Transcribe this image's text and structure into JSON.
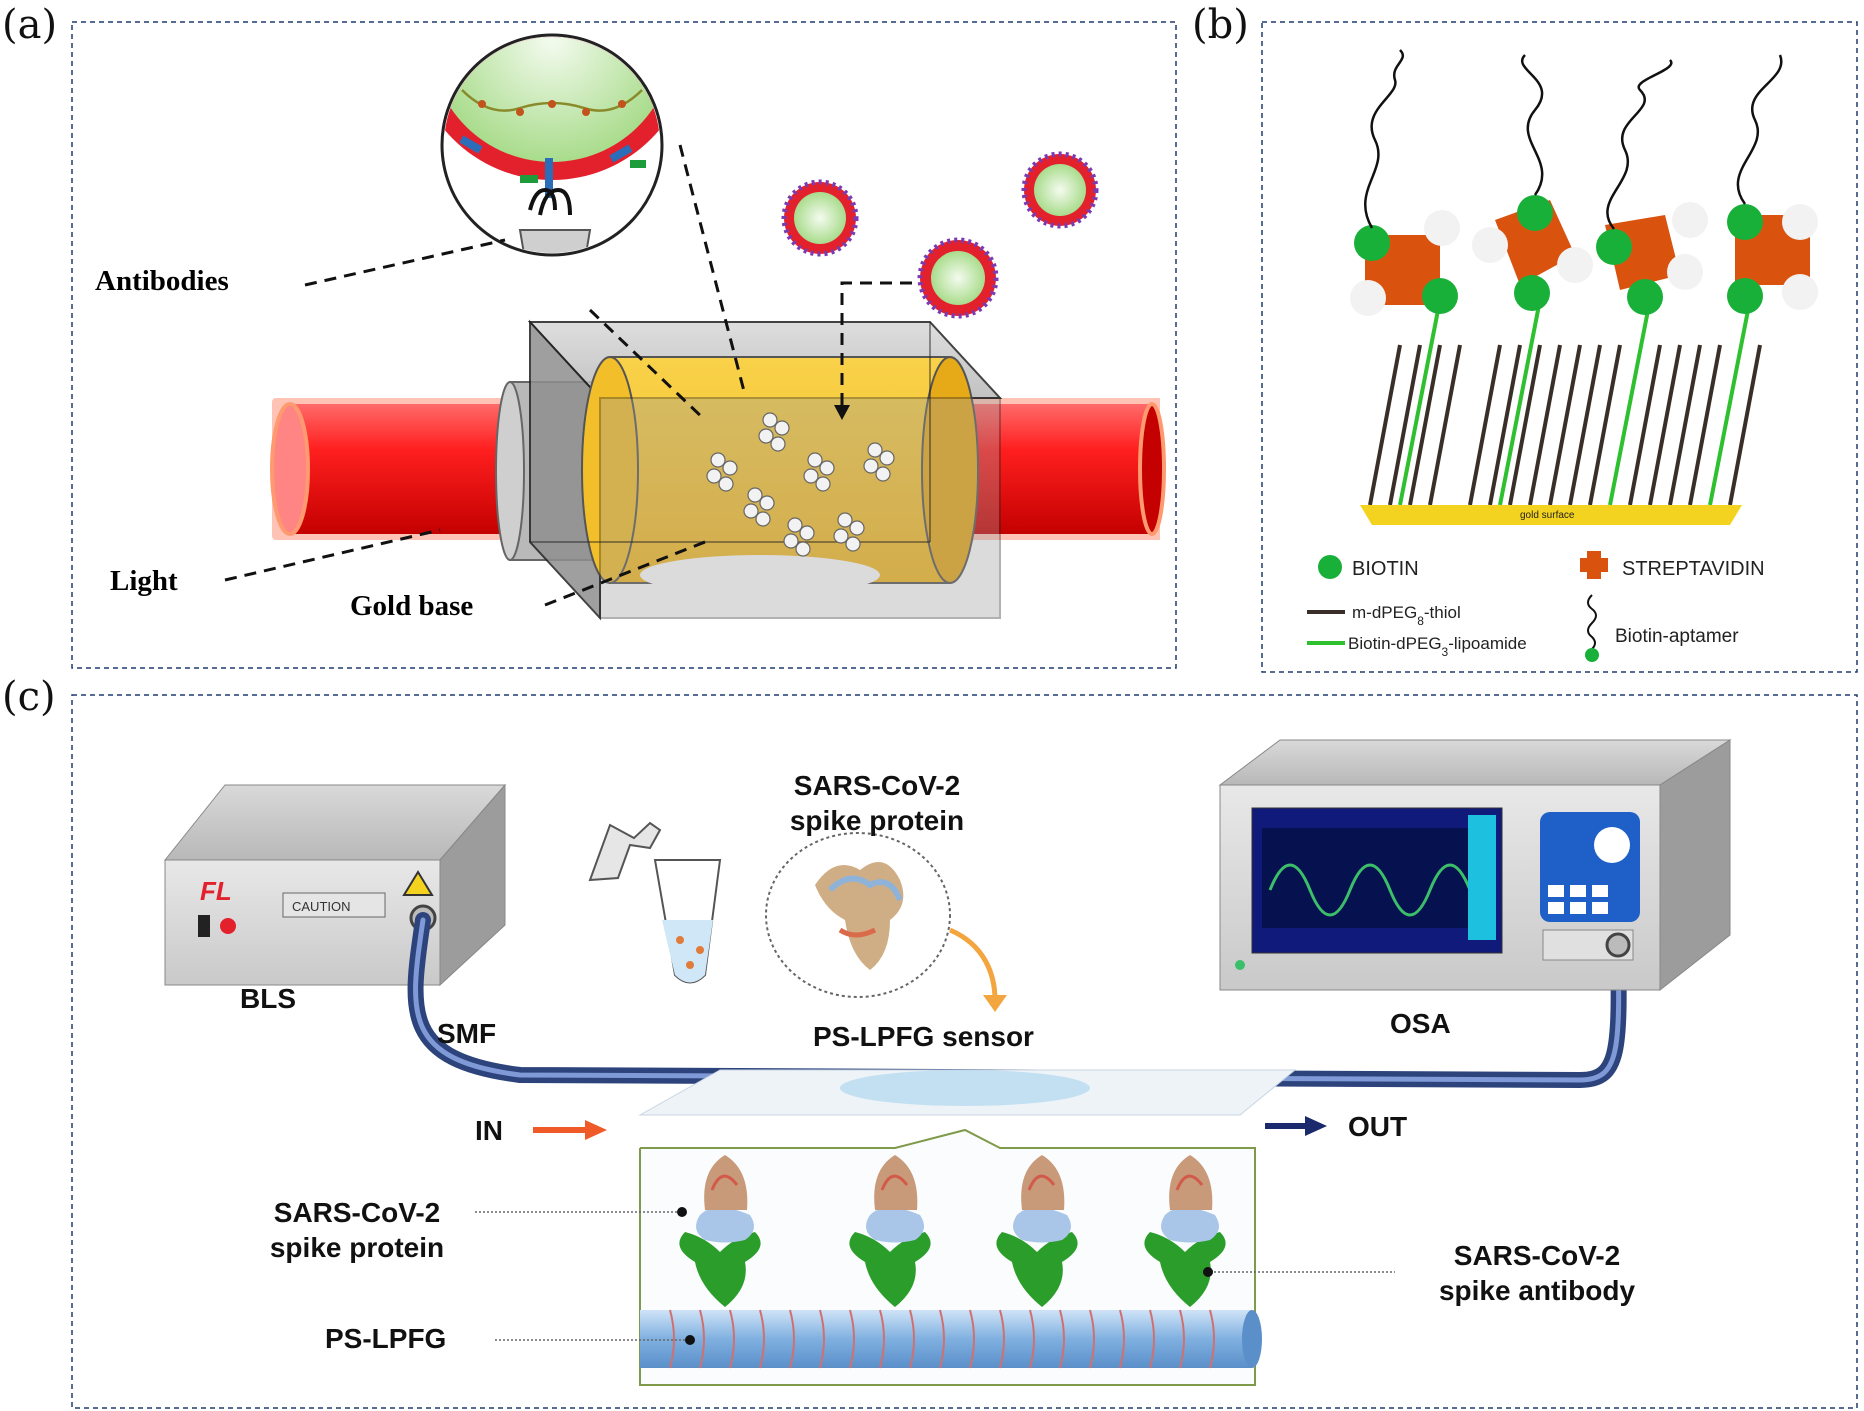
{
  "panels": {
    "a": {
      "letter": "(a)",
      "labels": {
        "antibodies": "Antibodies",
        "light": "Light",
        "gold_base": "Gold base"
      }
    },
    "b": {
      "letter": "(b)",
      "surface_label": "gold surface",
      "legend": {
        "biotin": "BIOTIN",
        "streptavidin": "STREPTAVIDIN",
        "mdpeg_thiol": "m-dPEG",
        "mdpeg_sub": "8",
        "mdpeg_suffix": "-thiol",
        "biotin_dpeg_prefix": "Biotin-dPEG",
        "biotin_dpeg_sub": "3",
        "biotin_dpeg_suffix": "-lipoamide",
        "biotin_aptamer": "Biotin-aptamer"
      }
    },
    "c": {
      "letter": "(c)",
      "device_label": "FL",
      "caution_text": "CAUTION",
      "labels": {
        "spike_protein_top_1": "SARS-CoV-2",
        "spike_protein_top_2": "spike protein",
        "bls": "BLS",
        "smf": "SMF",
        "sensor": "PS-LPFG sensor",
        "osa": "OSA",
        "in": "IN",
        "out": "OUT",
        "spike_protein_left_1": "SARS-CoV-2",
        "spike_protein_left_2": "spike protein",
        "ps_lpfg": "PS-LPFG",
        "spike_antibody_1": "SARS-CoV-2",
        "spike_antibody_2": "spike antibody"
      }
    }
  },
  "colors": {
    "frame": "#1f3b6e",
    "fiber_red": "#ff2020",
    "gold": "#f7c83a",
    "biotin_green": "#1faa3a",
    "streptavidin": "#d9530f",
    "fiber_blue": "#3d5ea8",
    "arrow_in": "#f05a28",
    "arrow_out": "#1a2a6c"
  }
}
